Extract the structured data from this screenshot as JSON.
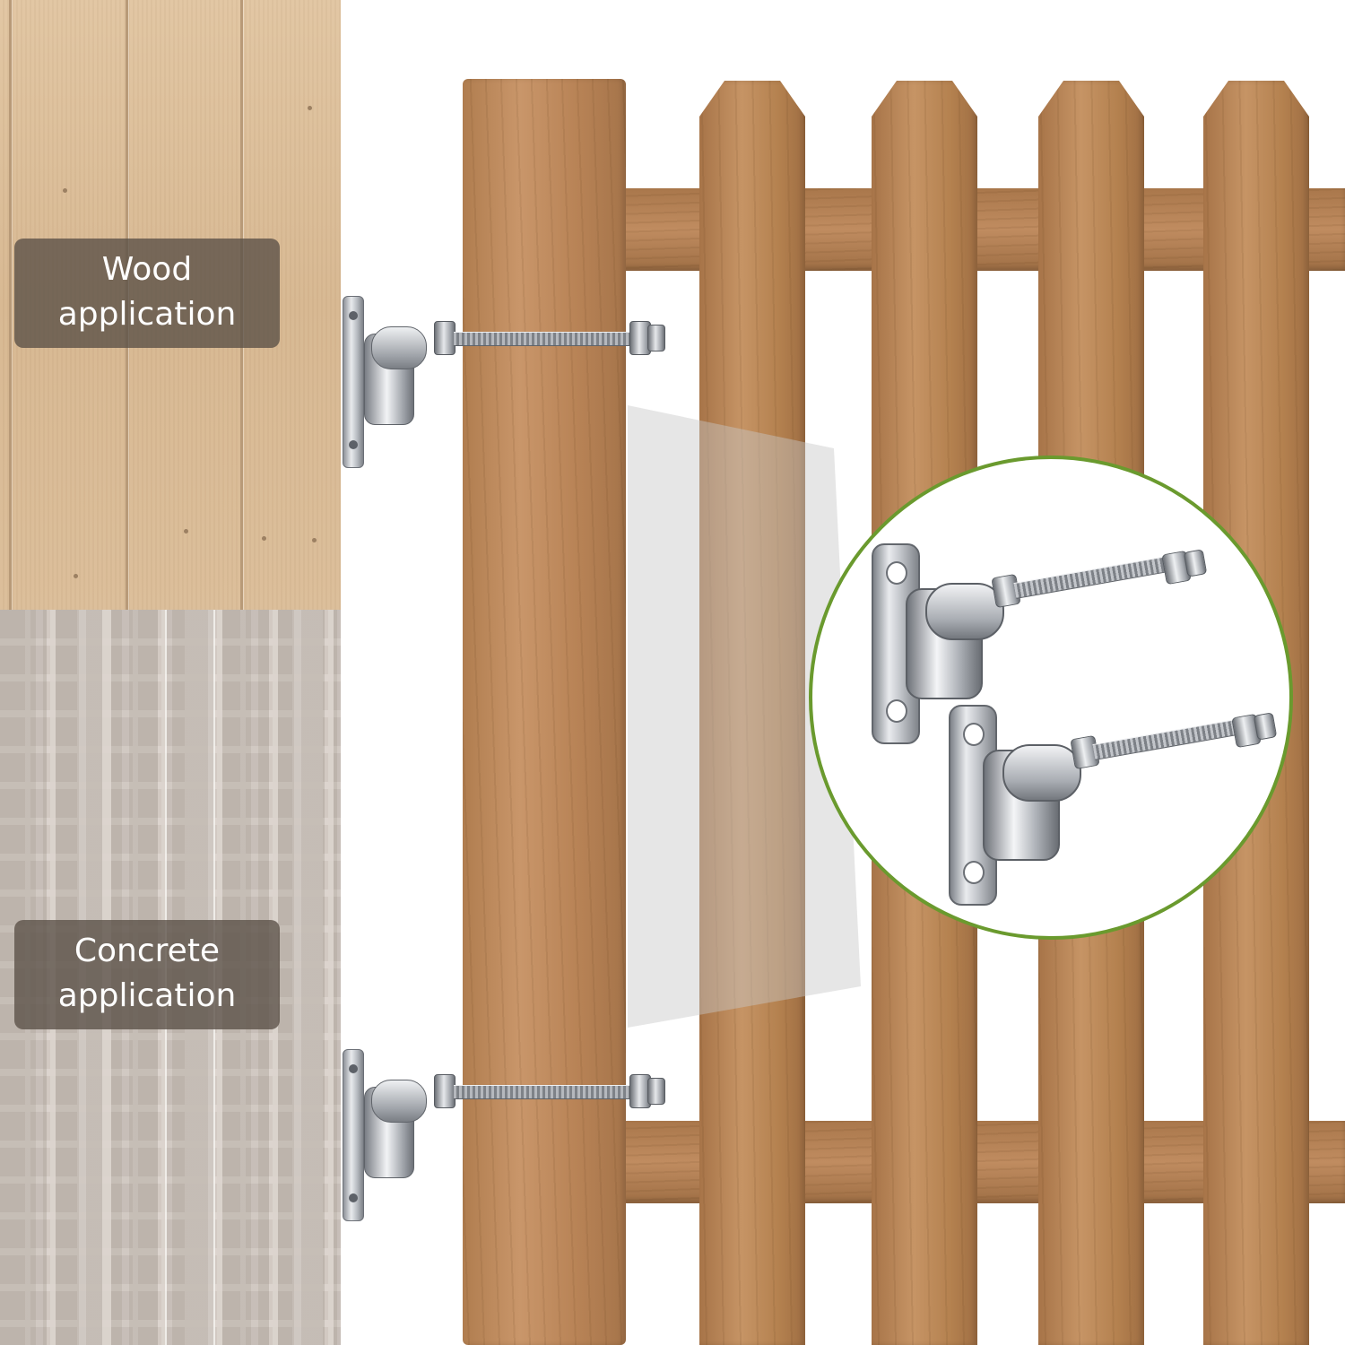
{
  "labels": {
    "wood_line1": "Wood",
    "wood_line2": "application",
    "concrete_line1": "Concrete",
    "concrete_line2": "application"
  },
  "colors": {
    "callout_ring": "#6a9a2e",
    "label_background": "#5a5046",
    "label_text": "#ffffff"
  },
  "icons": {
    "wall_hinge": "gate-hinge-icon",
    "product_hinge": "gate-hinge-icon"
  }
}
